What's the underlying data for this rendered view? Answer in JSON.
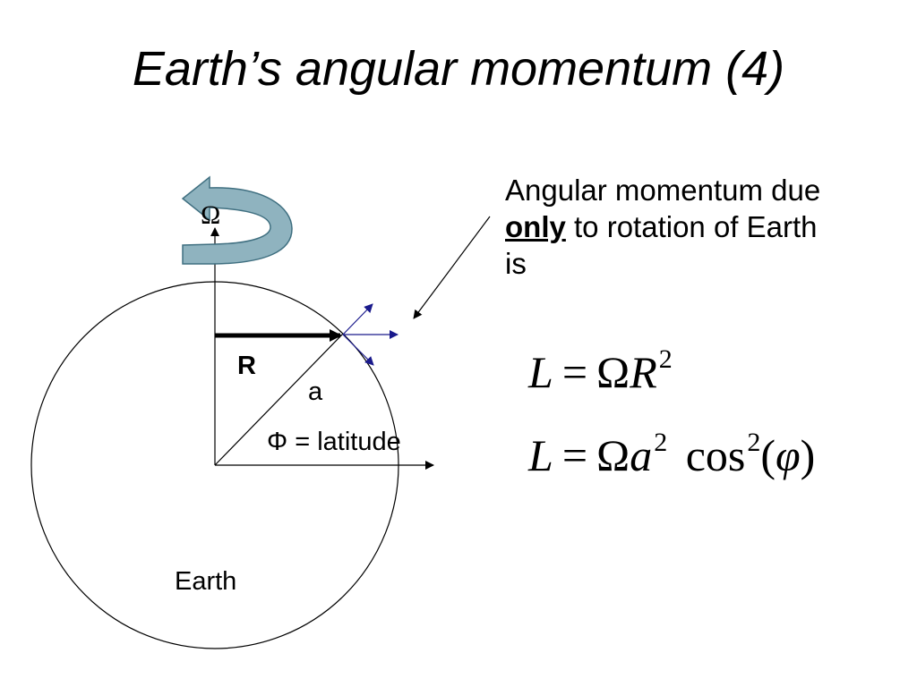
{
  "slide": {
    "title": "Earth’s angular momentum (4)"
  },
  "diagram": {
    "omega_symbol": "Ω",
    "radius_label": "R",
    "earth_radius_label": "a",
    "latitude_label": "Φ = latitude",
    "body_label": "Earth",
    "colors": {
      "rotation_arrow_fill": "#8fb3bf",
      "rotation_arrow_stroke": "#3f6f80",
      "vector_arrows": "#1a1a8c",
      "lines": "#000000"
    }
  },
  "annotation": {
    "line1": "Angular momentum due",
    "emphasis": "only",
    "line2_rest": " to rotation of Earth",
    "line3": "is"
  },
  "equations": {
    "eq1": {
      "lhs": "L",
      "eq": "=",
      "omega": "Ω",
      "var": "R",
      "exp": "2"
    },
    "eq2": {
      "lhs": "L",
      "eq": "=",
      "omega": "Ω",
      "var": "a",
      "exp": "2",
      "func": "cos",
      "func_exp": "2",
      "open": "(",
      "arg": "φ",
      "close": ")"
    }
  }
}
